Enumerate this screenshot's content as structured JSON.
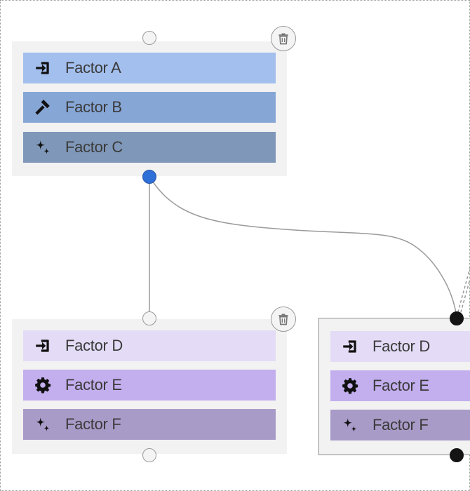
{
  "colors": {
    "blue_a": "#a3bfee",
    "blue_b": "#86a6d6",
    "blue_c": "#7f97b8",
    "purple_d": "#e4dcf6",
    "purple_e": "#c3aeee",
    "purple_f": "#a99bc8",
    "handle_active": "#2f6fd8",
    "handle_dark": "#141414",
    "edge": "#9a9a9a"
  },
  "node_top": {
    "rows": [
      {
        "label": "Factor A",
        "icon": "enter-icon"
      },
      {
        "label": "Factor B",
        "icon": "gavel-icon"
      },
      {
        "label": "Factor C",
        "icon": "sparkles-icon"
      }
    ]
  },
  "node_bottom_left": {
    "rows": [
      {
        "label": "Factor D",
        "icon": "enter-icon"
      },
      {
        "label": "Factor E",
        "icon": "gear-icon"
      },
      {
        "label": "Factor F",
        "icon": "sparkles-icon"
      }
    ]
  },
  "node_bottom_right": {
    "rows": [
      {
        "label": "Factor D",
        "icon": "enter-icon"
      },
      {
        "label": "Factor E",
        "icon": "gear-icon"
      },
      {
        "label": "Factor F",
        "icon": "sparkles-icon"
      }
    ]
  }
}
